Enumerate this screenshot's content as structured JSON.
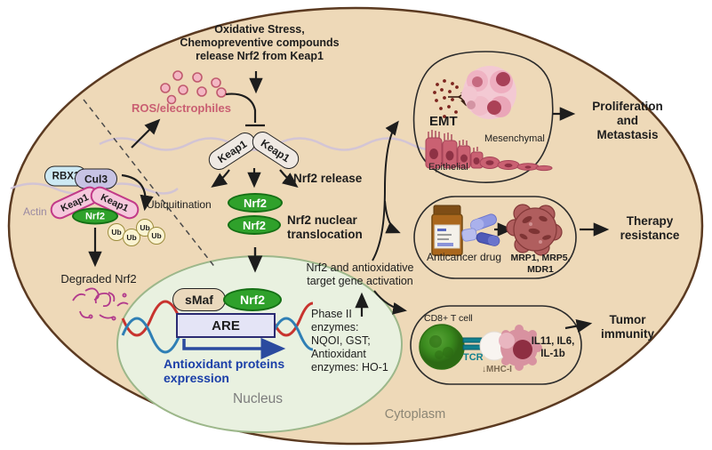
{
  "labels": {
    "stress_header": "Oxidative Stress,\nChemopreventive compounds\nrelease Nrf2 from Keap1",
    "ros": "ROS/electrophiles",
    "keap1": "Keap1",
    "nrf2": "Nrf2",
    "nrf2_release": "Nrf2 release",
    "nrf2_translocation": "Nrf2 nuclear\ntranslocation",
    "rbx1": "RBX1",
    "cul3": "Cul3",
    "ub": "Ub",
    "ubiquitination": "Ubiquitination",
    "actin": "Actin",
    "degraded_nrf2": "Degraded Nrf2",
    "smaf": "sMaf",
    "are": "ARE",
    "antioxidant_expression": "Antioxidant proteins\nexpression",
    "nucleus": "Nucleus",
    "cytoplasm": "Cytoplasm",
    "gene_activation": "Nrf2 and antioxidative\ntarget gene activation",
    "phase2_enzymes": "Phase II\nenzymes:\nNQOI, GST;\nAntioxidant\nenzymes: HO-1",
    "emt": "EMT",
    "mesenchymal": "Mesenchymal",
    "epithelial": "Epithelial",
    "proliferation": "Proliferation\nand Metastasis",
    "anticancer_drug": "Anticancer drug",
    "transporters": "MRP1, MRP5,\nMDR1",
    "therapy_resistance": "Therapy\nresistance",
    "cd8_t_cell": "CD8+ T cell",
    "tcr": "TCR",
    "mhc": "↓MHC-I",
    "interleukins": "IL11, IL6,\nIL-1b",
    "tumor_immunity": "Tumor\nimmunity"
  },
  "colors": {
    "cell_fill": "#eed9b8",
    "cell_border": "#5b3a21",
    "nucleus_fill": "#e9f1e0",
    "nucleus_border": "#9cb78a",
    "nrf2_fill": "#2fa12b",
    "nrf2_border": "#157015",
    "keap1_cyto_fill": "#efe9e3",
    "keap1_pink_fill": "#f5c8dc",
    "keap1_pink_border": "#c23a88",
    "rbx1_fill": "#cde9f3",
    "cul3_fill": "#c7c3e4",
    "ub_fill": "#faf3d1",
    "ub_border": "#9b8b3c",
    "are_fill": "#e4e4f6",
    "are_border": "#2b2b72",
    "ros_text": "#c95f72",
    "antioxidant_blue": "#1b3fa8",
    "transcription_blue": "#2b4a9f",
    "dna_red": "#c8332e",
    "dna_blue": "#2f7fb5",
    "actin_wave": "#cfc2d8",
    "actin_text": "#9a8aa2",
    "tcr_teal": "#11808f",
    "mhc_text": "#7c6a52",
    "gray_label": "#7d7d7d",
    "smaf_fill": "#ead9bd",
    "degraded_pink": "#b23a8c"
  }
}
